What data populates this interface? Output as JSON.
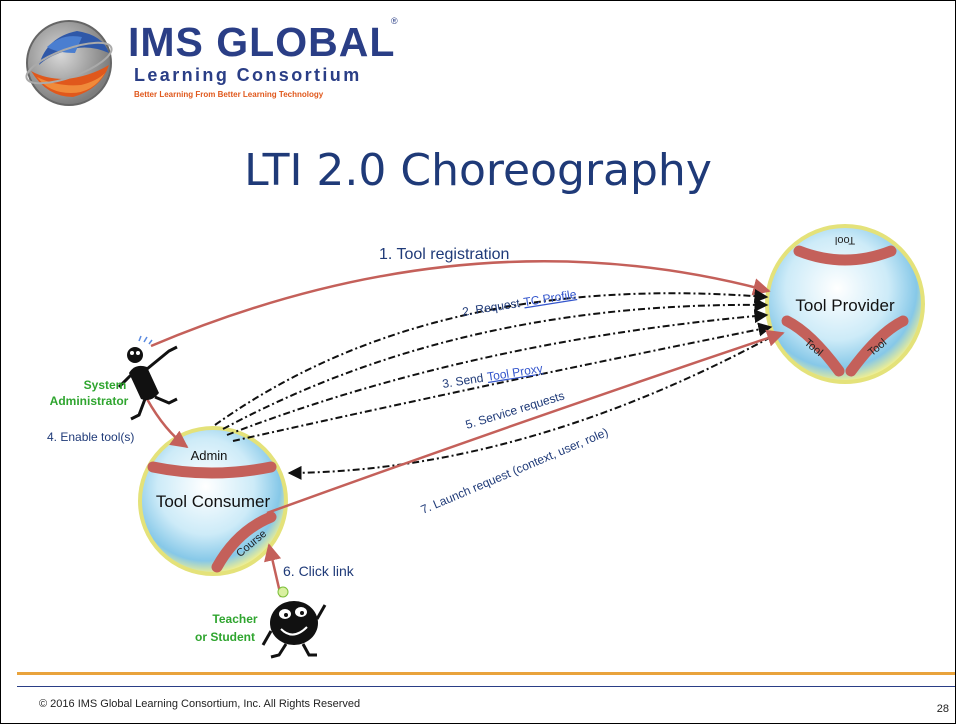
{
  "logo": {
    "title": "IMS GLOBAL",
    "registered": "®",
    "subtitle": "Learning Consortium",
    "tagline": "Better Learning From Better Learning Technology"
  },
  "title": "LTI 2.0 Choreography",
  "diagram": {
    "provider": {
      "label": "Tool Provider",
      "tool_label": "Tool"
    },
    "consumer": {
      "label": "Tool Consumer",
      "admin_label": "Admin",
      "course_label": "Course"
    },
    "steps": [
      "1. Tool registration",
      "4. Enable tool(s)",
      "6. Click link",
      "5. Service requests",
      "7. Launch request (context, user, role)"
    ],
    "step2": {
      "text": "2. Request",
      "link": "TC Profile"
    },
    "step3": {
      "text": "3. Send",
      "link": "Tool Proxy"
    },
    "roles": {
      "system_administrator": [
        "System",
        "Administrator"
      ],
      "teacher_or_student": [
        "Teacher",
        "or Student"
      ]
    },
    "colors": {
      "title_blue": "#1f3a78",
      "arrow_red": "#c4605a",
      "role_green": "#2fa52f",
      "link_blue": "#3355cc"
    }
  },
  "footer": {
    "copyright": "© 2016 IMS Global Learning Consortium, Inc.  All Rights Reserved",
    "page_number": "28"
  }
}
